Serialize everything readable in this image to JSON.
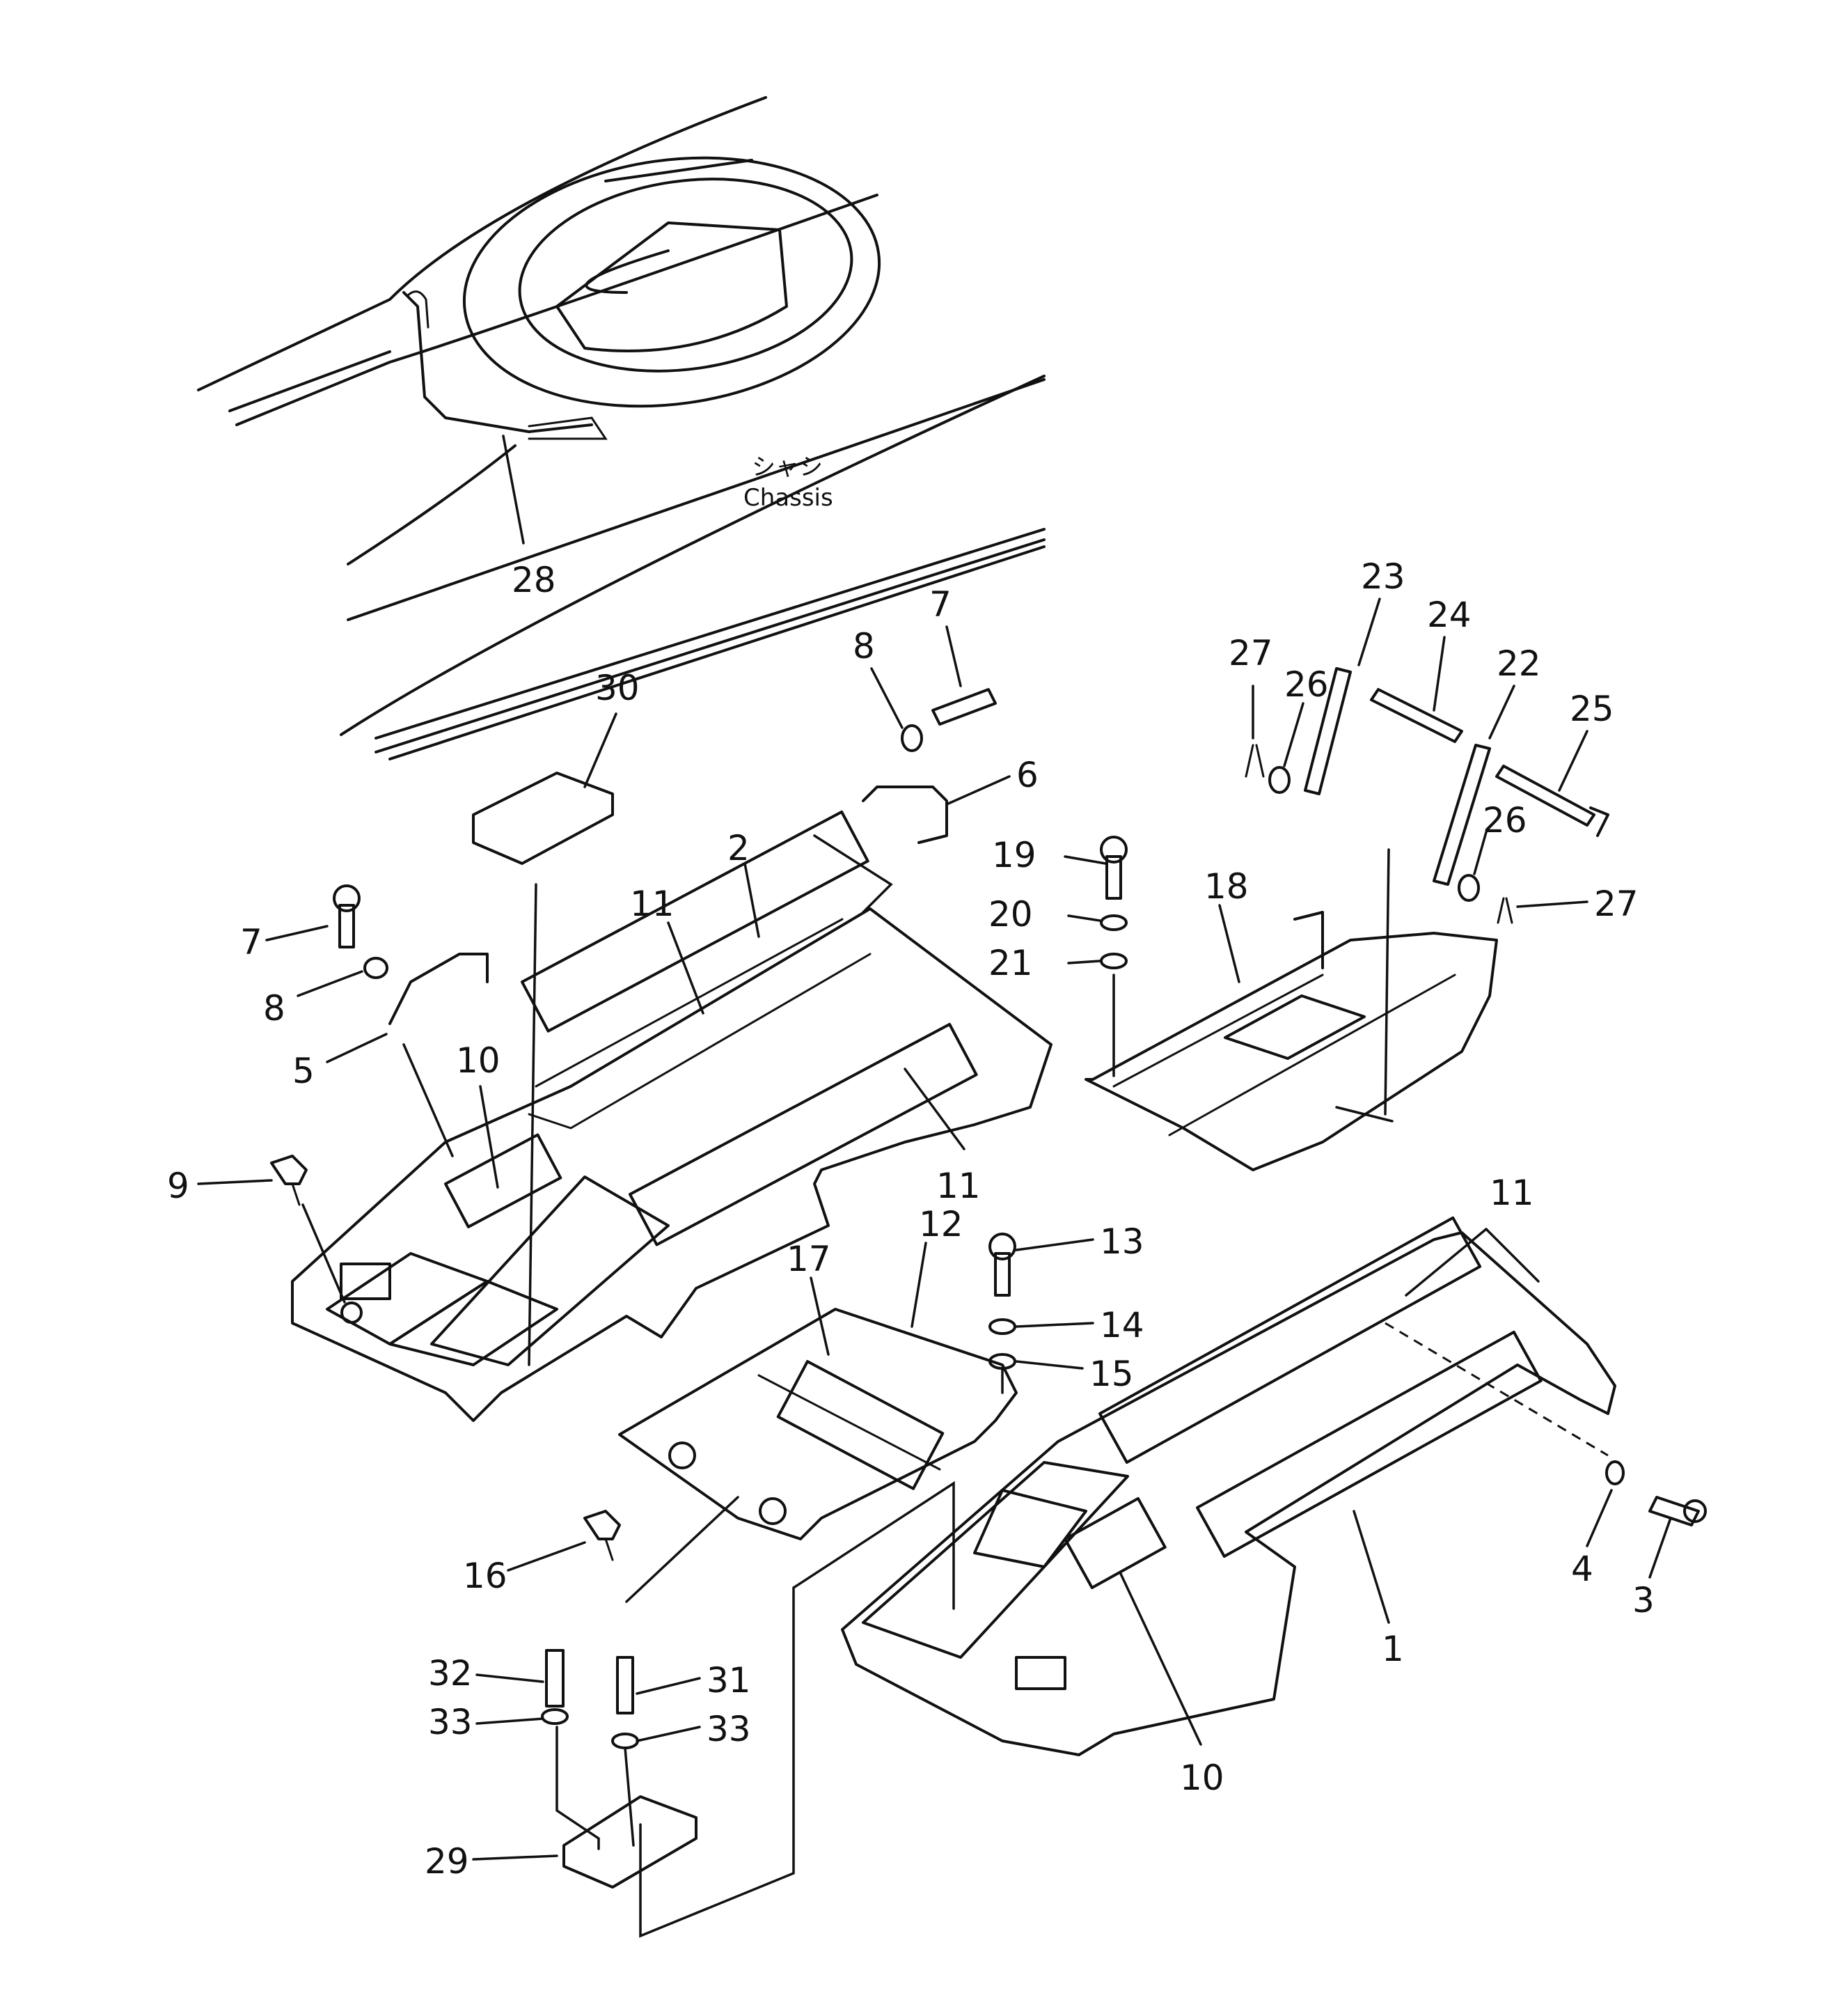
{
  "chassis_label": {
    "jp": "シャシ",
    "en": "Chassis"
  },
  "callouts": {
    "c1": "1",
    "c2": "2",
    "c3": "3",
    "c4": "4",
    "c5": "5",
    "c6": "6",
    "c7a": "7",
    "c7b": "7",
    "c8a": "8",
    "c8b": "8",
    "c9": "9",
    "c10a": "10",
    "c10b": "10",
    "c11a": "11",
    "c11b": "11",
    "c11c": "11",
    "c12": "12",
    "c13": "13",
    "c14": "14",
    "c15": "15",
    "c16": "16",
    "c17": "17",
    "c18": "18",
    "c19": "19",
    "c20": "20",
    "c21": "21",
    "c22": "22",
    "c23": "23",
    "c24": "24",
    "c25": "25",
    "c26a": "26",
    "c26b": "26",
    "c27a": "27",
    "c27b": "27",
    "c28": "28",
    "c29": "29",
    "c30": "30",
    "c31": "31",
    "c32": "32",
    "c33a": "33",
    "c33b": "33"
  }
}
